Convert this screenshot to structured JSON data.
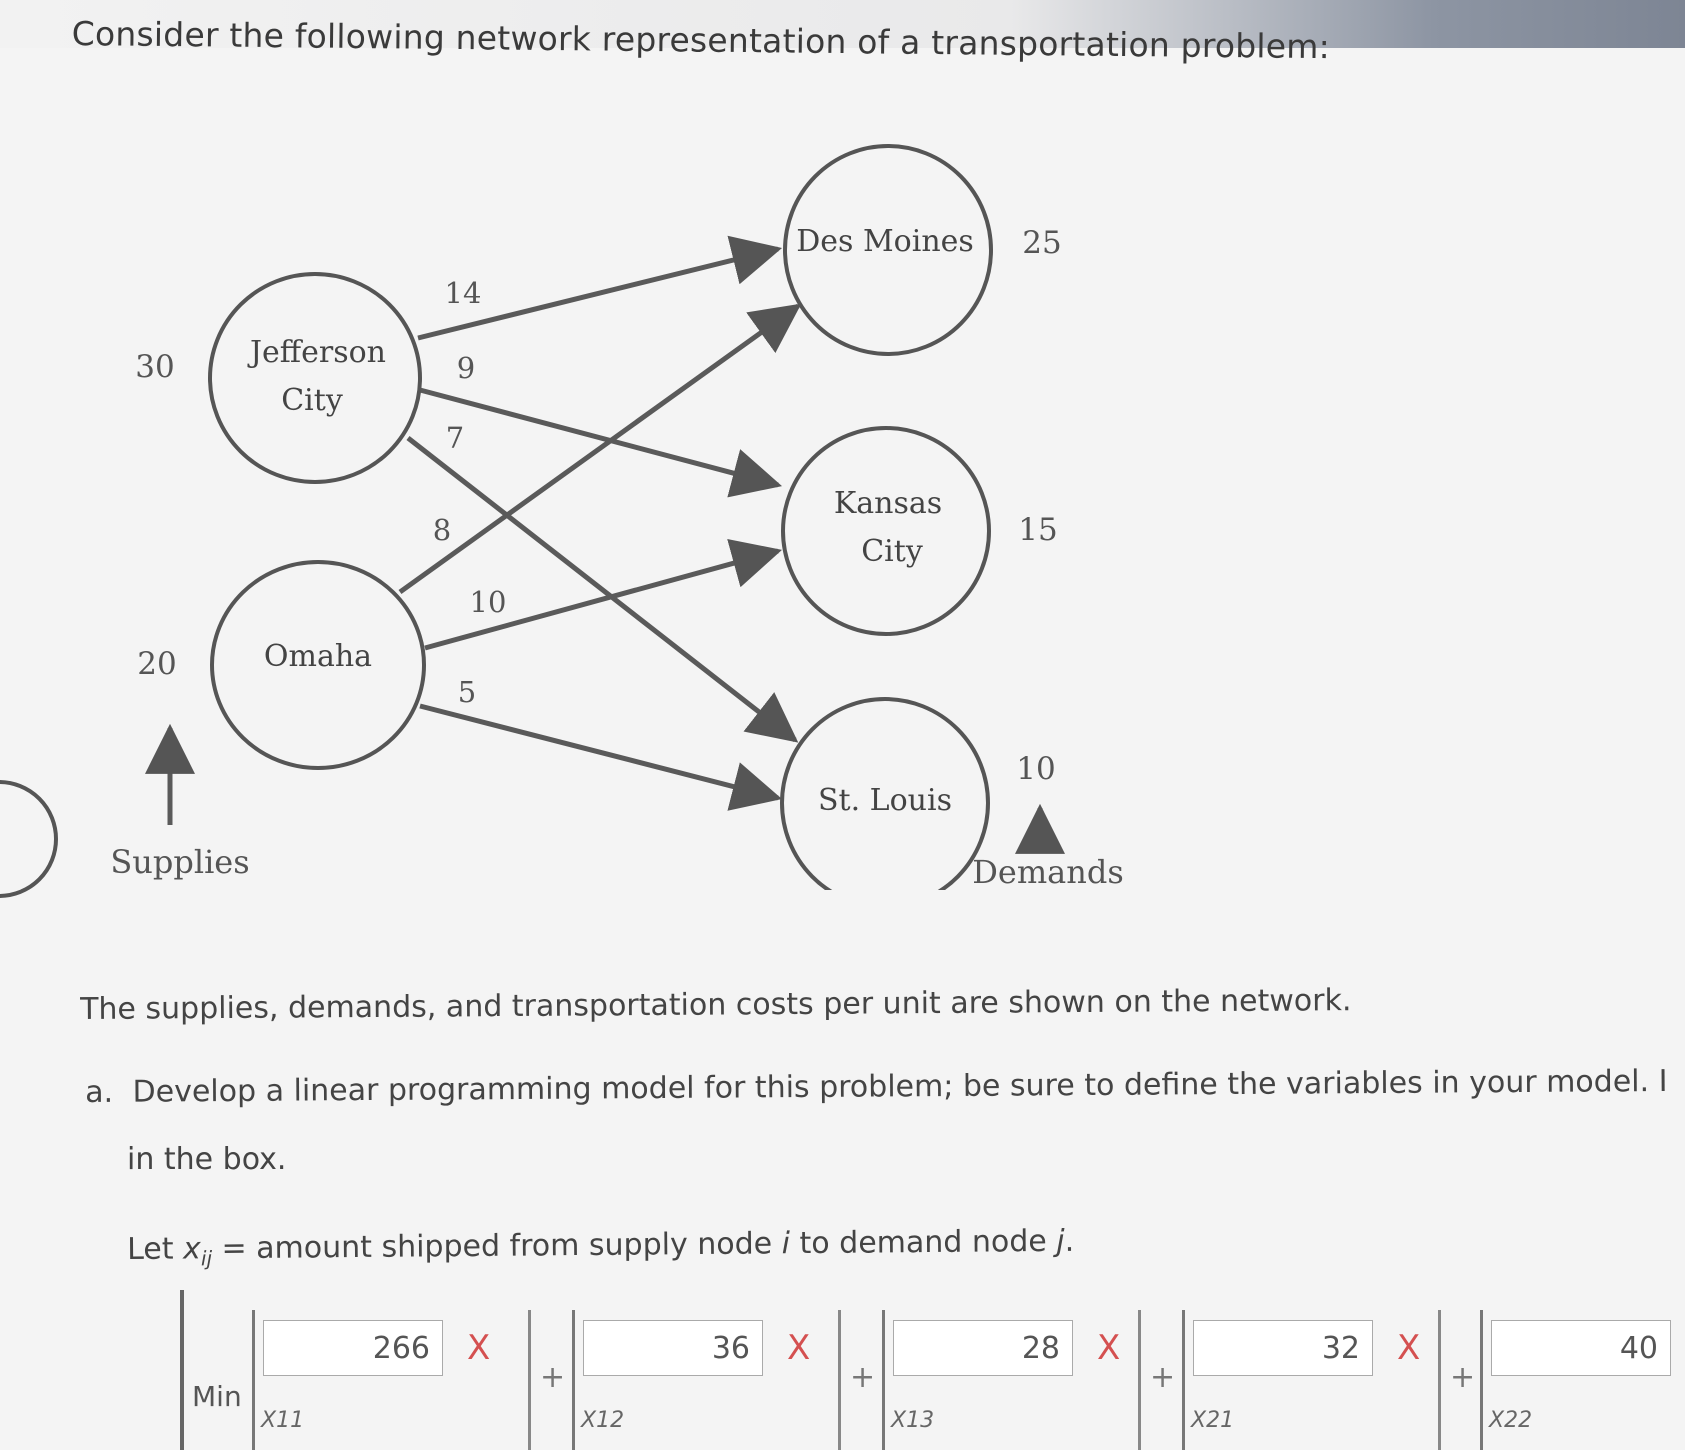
{
  "heading": "Consider the following network representation of a transportation problem:",
  "network": {
    "supply_nodes": [
      {
        "name_line1": "Jefferson",
        "name_line2": "City",
        "supply": "30"
      },
      {
        "name_line1": "Omaha",
        "name_line2": "",
        "supply": "20"
      }
    ],
    "demand_nodes": [
      {
        "name_line1": "Des Moines",
        "name_line2": "",
        "demand": "25"
      },
      {
        "name_line1": "Kansas",
        "name_line2": "City",
        "demand": "15"
      },
      {
        "name_line1": "St. Louis",
        "name_line2": "",
        "demand": "10"
      }
    ],
    "costs": {
      "jc_dm": "14",
      "jc_kc": "9",
      "jc_sl": "7",
      "om_dm": "8",
      "om_kc": "10",
      "om_sl": "5"
    },
    "supplies_label": "Supplies",
    "demands_label": "Demands"
  },
  "paragraph": "The supplies, demands, and transportation costs per unit are shown on the network.",
  "question": {
    "marker": "a.",
    "line1": "Develop a linear programming model for this problem; be sure to define the variables in your model. I",
    "line2": "in the box.",
    "let_prefix": "Let ",
    "let_var": "x",
    "let_sub": "ij",
    "let_rest": " = amount shipped from supply node ",
    "let_i": "i",
    "let_mid": " to demand node ",
    "let_j": "j",
    "let_end": "."
  },
  "objective": {
    "min_label": "Min",
    "mark": "X",
    "plus": "+",
    "terms": [
      {
        "value": "266",
        "var": "X11"
      },
      {
        "value": "36",
        "var": "X12"
      },
      {
        "value": "28",
        "var": "X13"
      },
      {
        "value": "32",
        "var": "X21"
      },
      {
        "value": "40",
        "var": "X22"
      }
    ]
  },
  "colors": {
    "wrong_mark": "#d45050"
  }
}
